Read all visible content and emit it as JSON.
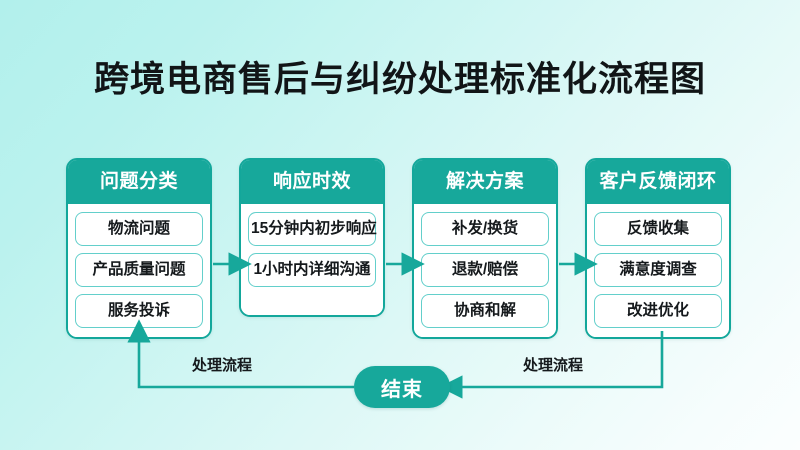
{
  "title": "跨境电商售后与纠纷处理标准化流程图",
  "theme": {
    "teal": "#17a89b",
    "teal_border": "#13a79b",
    "item_border": "#63cfcb",
    "bg_from": "#b2f0ec",
    "bg_to": "#fbfefe",
    "text": "#15191c"
  },
  "columns": [
    {
      "header": "问题分类",
      "items": [
        "物流问题",
        "产品质量问题",
        "服务投诉"
      ]
    },
    {
      "header": "响应时效",
      "items": [
        "15分钟内初步响应",
        "1小时内详细沟通"
      ]
    },
    {
      "header": "解决方案",
      "items": [
        "补发/换货",
        "退款/赔偿",
        "协商和解"
      ]
    },
    {
      "header": "客户反馈闭环",
      "items": [
        "反馈收集",
        "满意度调查",
        "改进优化"
      ]
    }
  ],
  "end_node": {
    "label": "结束"
  },
  "edges": {
    "left_label": "处理流程",
    "right_label": "处理流程"
  }
}
